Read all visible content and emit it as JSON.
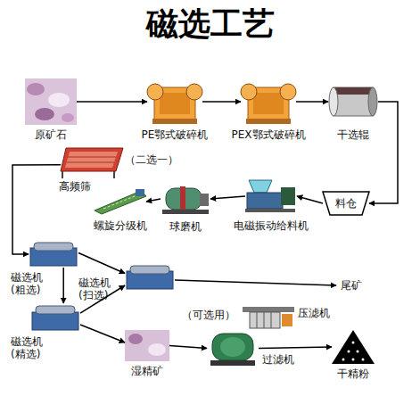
{
  "diagram": {
    "title": "磁选工艺",
    "nodes": [
      {
        "text": [
          "原矿石"
        ]
      },
      {
        "text": [
          "PE鄂式破碎机"
        ]
      },
      {
        "text": [
          "PEX鄂式破碎机"
        ]
      },
      {
        "text": [
          "干选辊"
        ]
      },
      {
        "text": [
          "高频筛"
        ]
      },
      {
        "text": [
          "料仓"
        ]
      },
      {
        "text": [
          "螺旋分级机"
        ]
      },
      {
        "text": [
          "球磨机"
        ]
      },
      {
        "text": [
          "电磁振动给料机"
        ]
      },
      {
        "text": [
          "磁选机 (粗选)"
        ]
      },
      {
        "text": [
          "磁选机 (扫选)"
        ]
      },
      {
        "text": [
          "尾矿"
        ]
      },
      {
        "text": [
          "磁选机 (精选)"
        ]
      },
      {
        "text": [
          "压滤机"
        ]
      },
      {
        "text": [
          "湿精矿"
        ]
      },
      {
        "text": [
          "过滤机"
        ]
      },
      {
        "text": [
          "干精粉"
        ]
      }
    ],
    "edges": [
      {
        "from": 0,
        "to": 1,
        "arrow": "to"
      },
      {
        "from": 1,
        "to": 2,
        "arrow": "to"
      },
      {
        "from": 2,
        "to": 3,
        "arrow": "to"
      },
      {
        "from": 3,
        "to": 5,
        "arrow": "to"
      },
      {
        "from": 5,
        "to": 8,
        "arrow": "to"
      },
      {
        "from": 8,
        "to": 7,
        "arrow": "to"
      },
      {
        "from": 7,
        "to": 6,
        "arrow": "to"
      },
      {
        "from": 4,
        "to": 9,
        "arrow": "to"
      },
      {
        "from": 9,
        "to": 12,
        "arrow": "to"
      },
      {
        "from": 9,
        "to": 10,
        "arrow": "to"
      },
      {
        "from": 12,
        "to": 10,
        "arrow": "to"
      },
      {
        "from": 10,
        "to": 11,
        "arrow": "to"
      },
      {
        "from": 12,
        "to": 14,
        "arrow": "to"
      },
      {
        "from": 14,
        "to": 15,
        "arrow": "to"
      },
      {
        "from": 15,
        "to": 16,
        "arrow": "to"
      }
    ],
    "labels": [
      "（二选一）",
      "（可选用）"
    ]
  }
}
